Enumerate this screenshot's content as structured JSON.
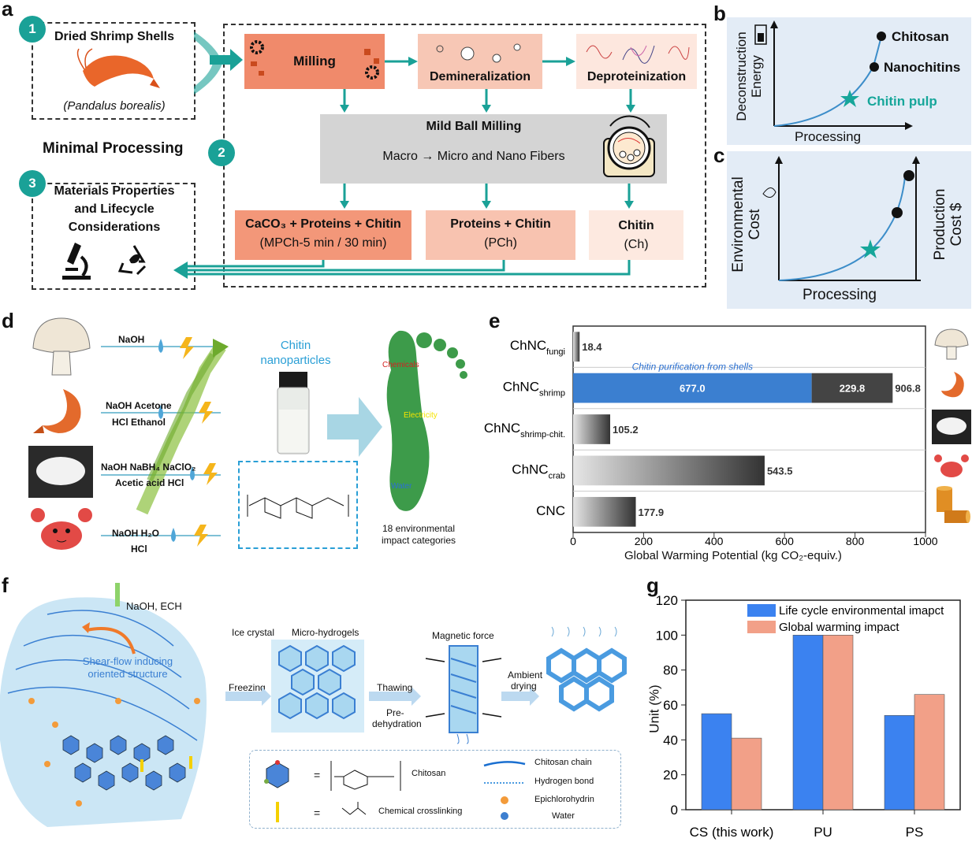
{
  "panels": [
    "a",
    "b",
    "c",
    "d",
    "e",
    "f",
    "g"
  ],
  "a": {
    "step1": "1",
    "step2": "2",
    "step3": "3",
    "shrimp_title": "Dried Shrimp Shells",
    "shrimp_species": "(Pandalus borealis)",
    "minimal": "Minimal Processing",
    "mat1": "Materials Properties",
    "mat2": "and Lifecycle",
    "mat3": "Considerations",
    "milling": "Milling",
    "demin": "Demineralization",
    "deprot": "Deproteinization",
    "mbm_title": "Mild Ball Milling",
    "mbm_sub": "Macro → Micro and Nano Fibers",
    "out1_line1": "CaCO₃ + Proteins + Chitin",
    "out1_line2": "(MPCh-5 min / 30 min)",
    "out2_line1": "Proteins + Chitin",
    "out2_line2": "(PCh)",
    "out3_line1": "Chitin",
    "out3_line2": "(Ch)"
  },
  "b": {
    "ylabel1": "Deconstruction",
    "ylabel2": "Energy",
    "xlabel": "Processing",
    "chitosan": "Chitosan",
    "nanochitins": "Nanochitins",
    "pulp": "Chitin pulp"
  },
  "c": {
    "ylabel1": "Environmental",
    "ylabel2": "Cost",
    "rlabel1": "Production",
    "rlabel2": "Cost $",
    "xlabel": "Processing"
  },
  "d": {
    "r1a": "NaOH",
    "r2a": "NaOH  Acetone",
    "r2b": "HCl  Ethanol",
    "r3a": "NaOH  NaBH₄  NaClO₂",
    "r3b": "Acetic acid  HCl",
    "r4a": "NaOH  H₂O",
    "r4b": "HCl",
    "np1": "Chitin",
    "np2": "nanoparticles",
    "chem": "Chemicals",
    "elec": "Electricity",
    "water": "Water",
    "cat1": "18 environmental",
    "cat2": "impact categories"
  },
  "chart_data": {
    "type": "bar",
    "orientation": "horizontal",
    "categories": [
      "ChNC_fungi",
      "ChNC_shrimp",
      "ChNC_shrimp-chit.",
      "ChNC_crab",
      "CNC"
    ],
    "cat_main": [
      "ChNC",
      "ChNC",
      "ChNC",
      "ChNC",
      "CNC"
    ],
    "cat_sub": [
      "fungi",
      "shrimp",
      "shrimp-chit.",
      "crab",
      ""
    ],
    "values": [
      18.4,
      906.8,
      105.2,
      543.5,
      177.9
    ],
    "value_labels": [
      "18.4",
      "906.8",
      "105.2",
      "543.5",
      "177.9"
    ],
    "segments": {
      "shrimp_purification": 677.0,
      "shrimp_rest": 229.8
    },
    "seg_labels": [
      "677.0",
      "229.8"
    ],
    "annotation": "Chitin purification from shells",
    "xlabel": "Global Warming Potential (kg CO₂-equiv.)",
    "xlim": [
      0,
      1000
    ],
    "xticks": [
      "0",
      "200",
      "400",
      "600",
      "800",
      "1000"
    ]
  },
  "f": {
    "reagent": "NaOH, ECH",
    "shear1": "Shear-flow inducing",
    "shear2": "oriented structure",
    "ice": "Ice crystal",
    "micro": "Micro-hydrogels",
    "freezing": "Freezing",
    "thawing": "Thawing",
    "pre1": "Pre-",
    "pre2": "dehydration",
    "magnetic": "Magnetic force",
    "ambient1": "Ambient",
    "ambient2": "drying",
    "leg_chitosan": "Chitosan",
    "leg_chain": "Chitosan chain",
    "leg_hbond": "Hydrogen bond",
    "leg_ech": "Epichlorohydrin",
    "leg_water": "Water",
    "leg_cross": "Chemical crosslinking",
    "eq": "="
  },
  "g": {
    "ylabel": "Unit (%)",
    "legend1": "Life cycle environmental imapct",
    "legend2": "Global warming impact",
    "categories": [
      "CS (this work)",
      "PU",
      "PS"
    ],
    "series1": [
      55,
      100,
      54
    ],
    "series2": [
      41,
      100,
      66
    ],
    "yticks": [
      "0",
      "20",
      "40",
      "60",
      "80",
      "100",
      "120"
    ],
    "ylim": [
      0,
      120
    ],
    "color1": "#3b82f0",
    "color2": "#f2a088"
  }
}
